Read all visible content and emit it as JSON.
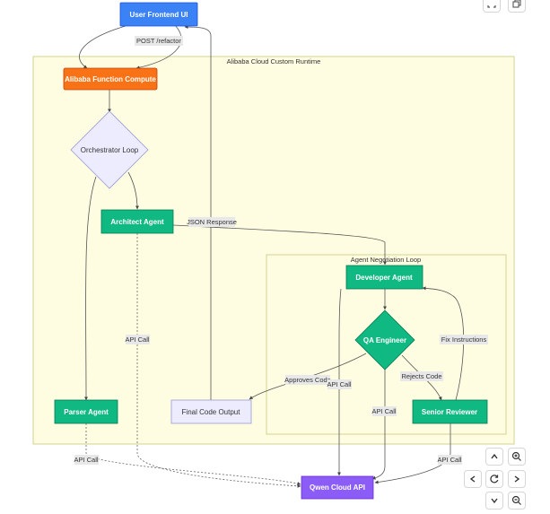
{
  "clusters": {
    "runtime": "Alibaba Cloud Custom Runtime",
    "negotiation": "Agent Negotiation Loop"
  },
  "nodes": {
    "frontend": "User Frontend UI",
    "fc": "Alibaba Function Compute",
    "orchestrator": "Orchestrator Loop",
    "architect": "Architect Agent",
    "parser": "Parser Agent",
    "developer": "Developer Agent",
    "qa": "QA Engineer",
    "final": "Final Code Output",
    "reviewer": "Senior Reviewer",
    "qwen": "Qwen Cloud API"
  },
  "edges": {
    "post": "POST /refactor",
    "json": "JSON Response",
    "api_call": "API Call",
    "fix": "Fix Instructions",
    "approves": "Approves Code",
    "rejects": "Rejects Code"
  },
  "colors": {
    "frontend": "#3b82f6",
    "fc": "#f97316",
    "agent": "#10b981",
    "qwen": "#8b5cf6",
    "neutral": "#ececfe",
    "cluster": "#fffde1"
  },
  "controls": [
    "copy-icon",
    "fullscreen-icon",
    "zoom-in-icon",
    "zoom-out-icon",
    "reset-icon",
    "pan-up-icon",
    "pan-down-icon",
    "pan-left-icon",
    "pan-right-icon"
  ]
}
